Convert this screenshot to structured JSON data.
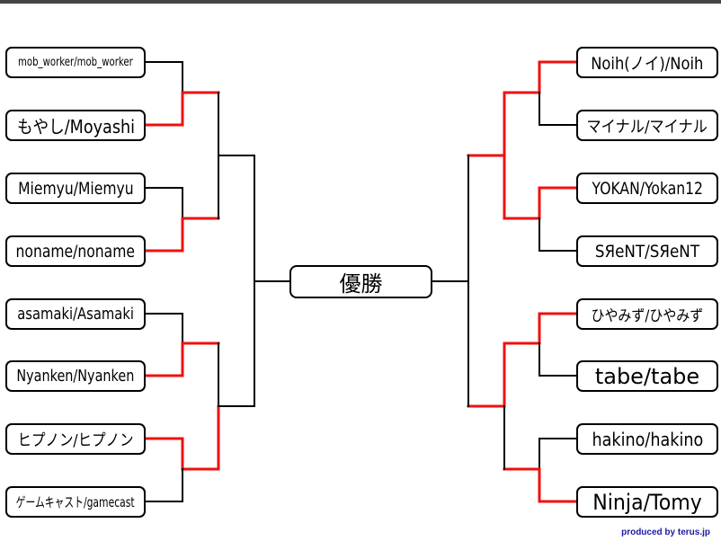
{
  "title": "優勝",
  "credit": "produced by terus.jp",
  "colors": {
    "win": "#ee1111",
    "lose": "#000000",
    "credit": "#1a1aa8"
  },
  "left_players": [
    "mob_worker/mob_worker",
    "もやし/Moyashi",
    "Miemyu/Miemyu",
    "noname/noname",
    "asamaki/Asamaki",
    "Nyanken/Nyanken",
    "ヒプノン/ヒプノン",
    "ゲームキャスト/gamecast"
  ],
  "right_players": [
    "Noih(ノイ)/Noih",
    "マイナル/マイナル",
    "YOKAN/Yokan12",
    "SЯeNT/SЯeNT",
    "ひやみず/ひやみず",
    "tabe/tabe",
    "hakino/hakino",
    "Ninja/Tomy"
  ]
}
